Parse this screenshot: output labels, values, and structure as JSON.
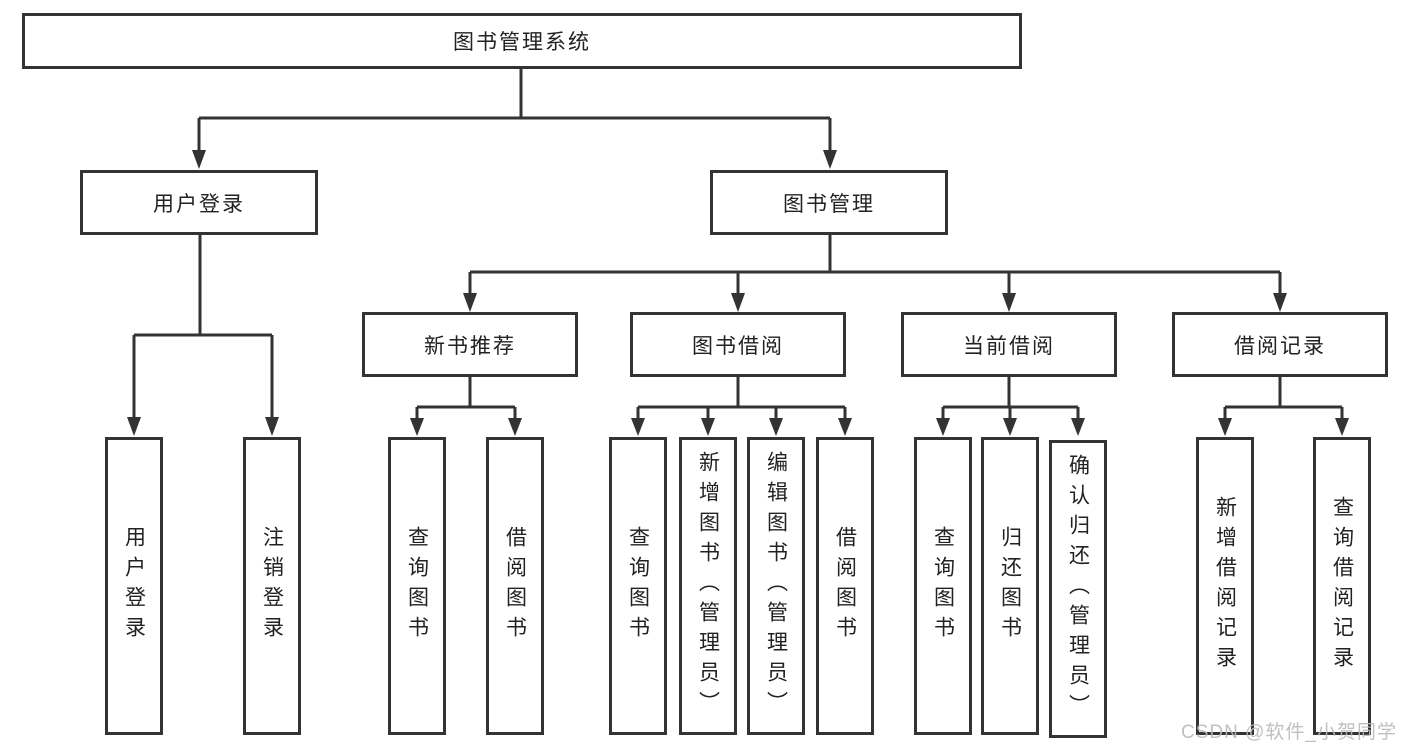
{
  "colors": {
    "line": "#333333",
    "box_border": "#333333",
    "text": "#222222",
    "background": "#ffffff",
    "watermark": "#b9b9be"
  },
  "tree": {
    "root": {
      "label": "图书管理系统"
    },
    "branches": [
      {
        "label": "用户登录",
        "children": [
          {
            "label": "用户登录"
          },
          {
            "label": "注销登录"
          }
        ]
      },
      {
        "label": "图书管理",
        "children": [
          {
            "label": "新书推荐",
            "children": [
              {
                "label": "查询图书"
              },
              {
                "label": "借阅图书"
              }
            ]
          },
          {
            "label": "图书借阅",
            "children": [
              {
                "label": "查询图书"
              },
              {
                "label": "新增图书（管理员）"
              },
              {
                "label": "编辑图书（管理员）"
              },
              {
                "label": "借阅图书"
              }
            ]
          },
          {
            "label": "当前借阅",
            "children": [
              {
                "label": "查询图书"
              },
              {
                "label": "归还图书"
              },
              {
                "label": "确认归还（管理员）"
              }
            ]
          },
          {
            "label": "借阅记录",
            "children": [
              {
                "label": "新增借阅记录"
              },
              {
                "label": "查询借阅记录"
              }
            ]
          }
        ]
      }
    ]
  },
  "watermark": {
    "text": "CSDN @软件_小贺同学"
  }
}
